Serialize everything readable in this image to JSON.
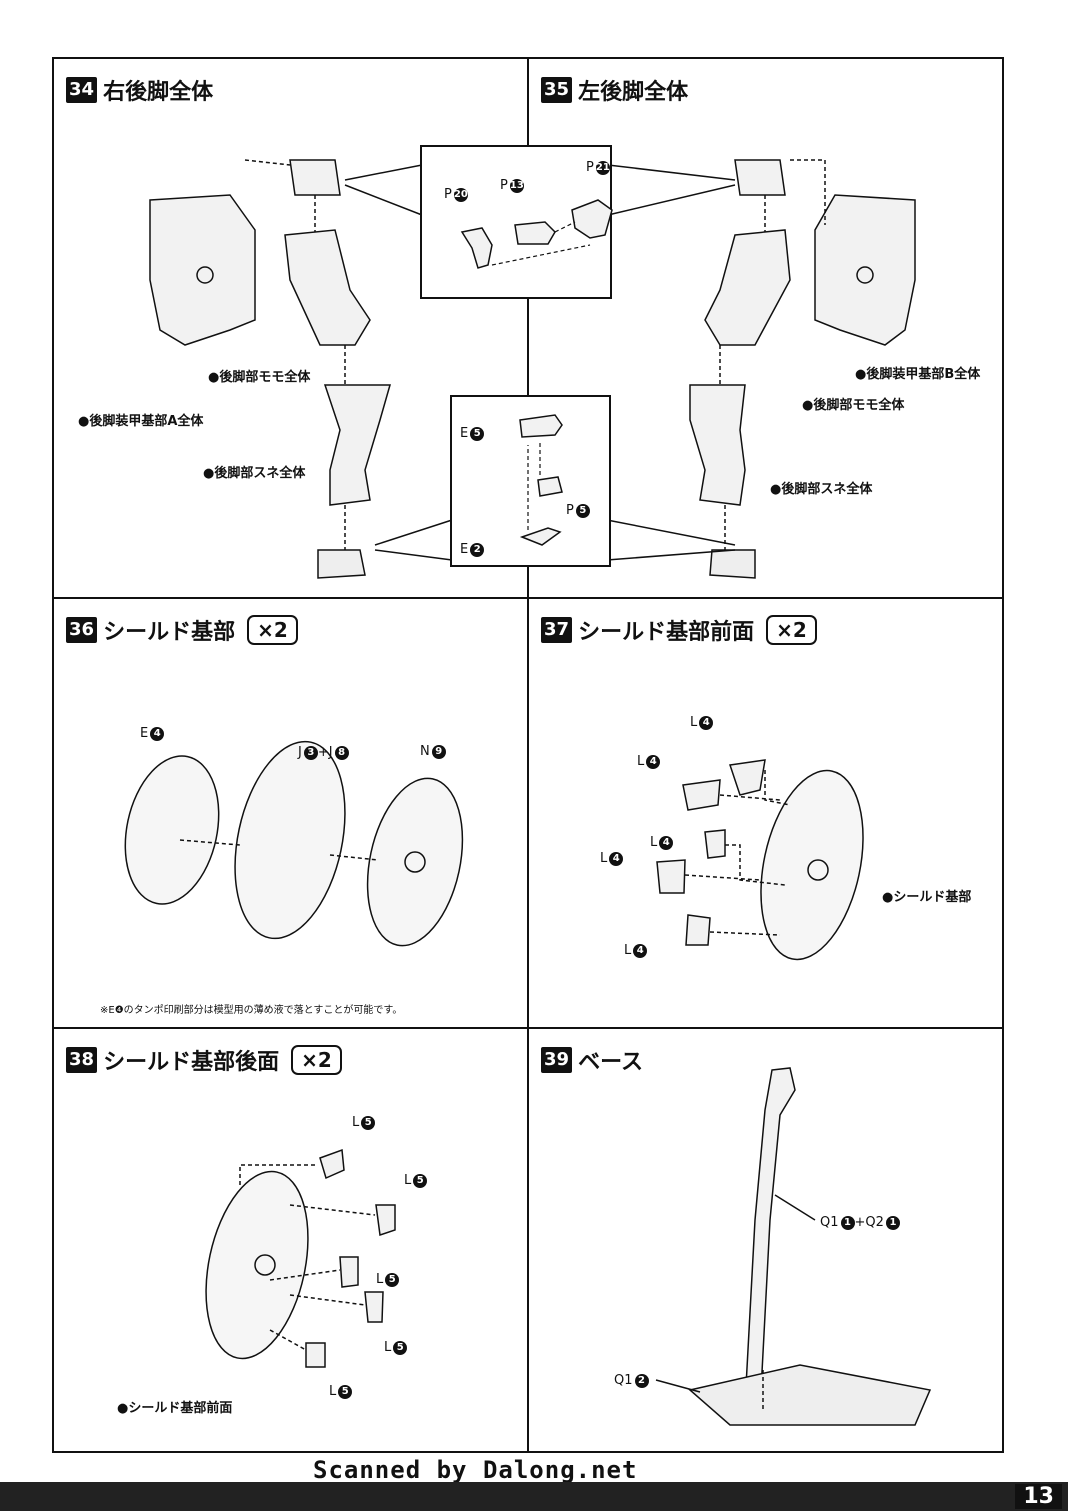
{
  "steps": [
    {
      "num": "34",
      "title": "右後脚全体"
    },
    {
      "num": "35",
      "title": "左後脚全体"
    },
    {
      "num": "36",
      "title": "シールド基部",
      "mult": "×2"
    },
    {
      "num": "37",
      "title": "シールド基部前面",
      "mult": "×2"
    },
    {
      "num": "38",
      "title": "シールド基部後面",
      "mult": "×2"
    },
    {
      "num": "39",
      "title": "ベース"
    }
  ],
  "step34": {
    "labels": [
      "●後脚部モモ全体",
      "●後脚装甲基部A全体",
      "●後脚部スネ全体"
    ]
  },
  "step35": {
    "labels": [
      "●後脚装甲基部B全体",
      "●後脚部モモ全体",
      "●後脚部スネ全体"
    ]
  },
  "inset_upper": {
    "parts": [
      {
        "letter": "P",
        "n": "20"
      },
      {
        "letter": "P",
        "n": "13"
      },
      {
        "letter": "P",
        "n": "21"
      }
    ]
  },
  "inset_lower": {
    "parts": [
      {
        "letter": "E",
        "n": "5"
      },
      {
        "letter": "P",
        "n": "5"
      },
      {
        "letter": "E",
        "n": "2"
      }
    ]
  },
  "step36": {
    "parts": [
      {
        "letter": "E",
        "n": "4"
      },
      {
        "letter": "J",
        "n": "3"
      },
      {
        "letter": "+J",
        "n": "8"
      },
      {
        "letter": "N",
        "n": "9"
      }
    ],
    "note": "※E❹のタンポ印刷部分は模型用の薄め液で落とすことが可能です。"
  },
  "step37": {
    "part_letter": "L",
    "part_n": "4",
    "label": "●シールド基部"
  },
  "step38": {
    "part_letter": "L",
    "part_n": "5",
    "label": "●シールド基部前面"
  },
  "step39": {
    "parts": [
      {
        "letter": "Q1",
        "n": "1"
      },
      {
        "letter": "+Q2",
        "n": "1"
      },
      {
        "letter": "Q1",
        "n": "2"
      }
    ]
  },
  "footer": {
    "scan_credit": "Scanned by Dalong.net",
    "page_number": "13"
  }
}
